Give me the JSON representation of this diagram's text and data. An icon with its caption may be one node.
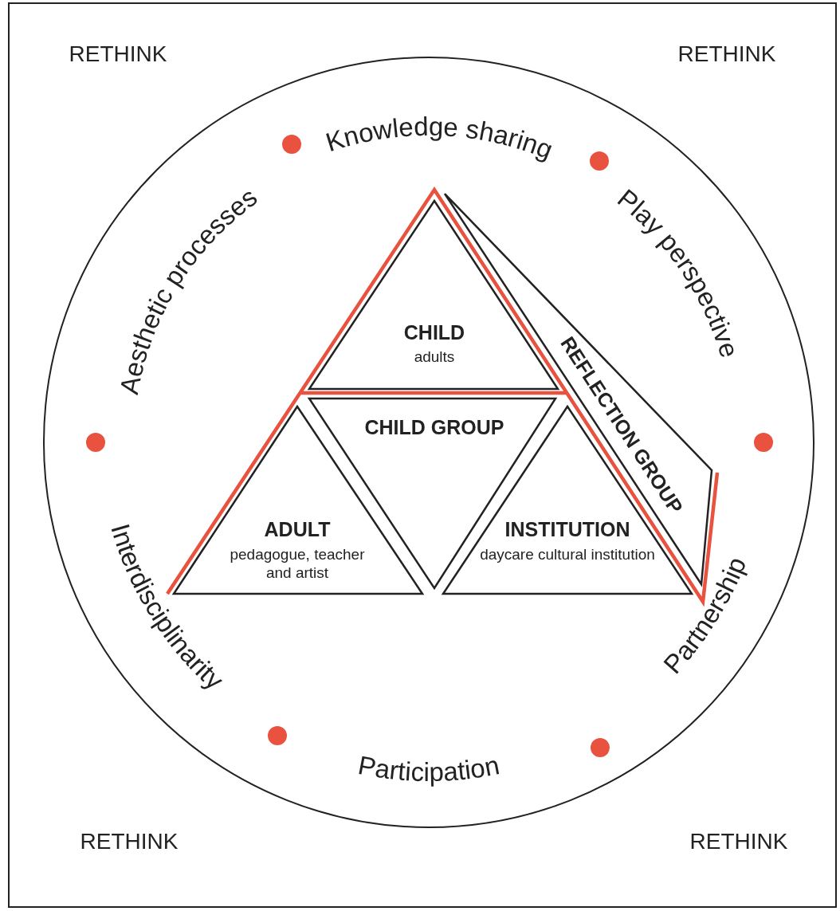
{
  "diagram": {
    "nodes": [
      {
        "text": [],
        "shape": "circle"
      },
      {
        "text": [
          "CHILD",
          "adults"
        ],
        "in": 0
      },
      {
        "text": [
          "CHILD GROUP"
        ],
        "in": 0
      },
      {
        "text": [
          "ADULT",
          "pedagogue, teacher and artist"
        ],
        "in": 0
      },
      {
        "text": [
          "INSTITUTION",
          "daycare cultural institution"
        ],
        "in": 0
      },
      {
        "text": [
          "REFLECTION GROUP"
        ],
        "in": 0
      }
    ],
    "edges": [],
    "labels": [
      "RETHINK",
      "RETHINK",
      "Knowledge sharing",
      "Aesthetic processes",
      "Play perspective",
      "Interdisciplinarity",
      "Partnership",
      "Participation",
      "RETHINK",
      "RETHINK"
    ]
  }
}
